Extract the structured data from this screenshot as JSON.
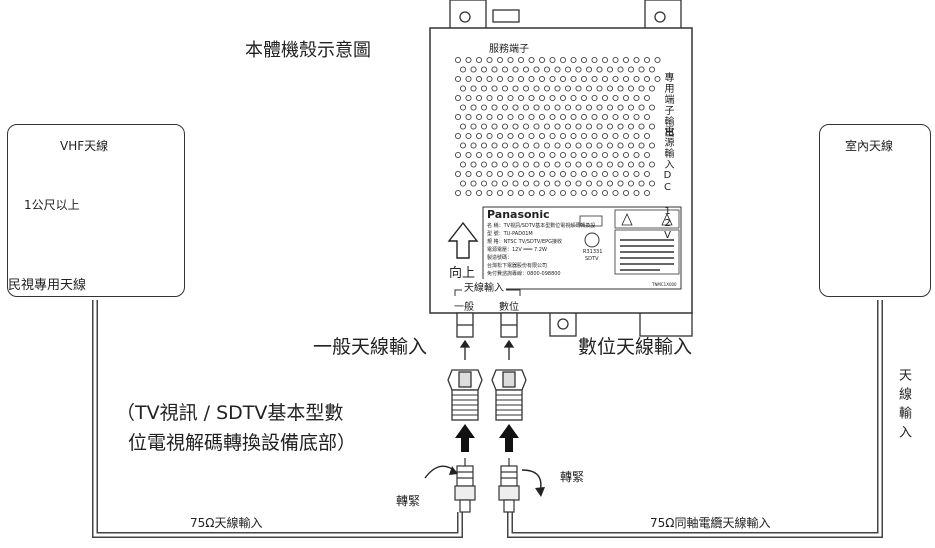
{
  "device_title": "本體機殼示意圖",
  "service_port": "服務端子",
  "output_port": "專用端子輸出",
  "power_input": "電源輸入DC 12V",
  "panasonic_logo": "Panasonic",
  "label_lines": [
    "名 稱：TV視訊/SDTV基本型數位電視解碼轉換設備",
    "型 號：TU-PAD01M",
    "規 格：NTSC TV/SDTV/EPG接收",
    "電源電壓：12V ═══ 7.2W",
    "製造號碼：",
    "台灣松下電器股份有限公司",
    "免付費諮詢專線：0800-098800"
  ],
  "label_code": "TNMC1X000",
  "label_mark_number": "R31331",
  "label_mark_text": "SDTV",
  "up_label": "向上",
  "antenna_input_group": "天線輸入",
  "port_general": "一般",
  "port_digital": "數位",
  "general_antenna_input": "一般天線輸入",
  "digital_antenna_input": "數位天線輸入",
  "bottom_caption_line1": "（TV視訊 / SDTV基本型數",
  "bottom_caption_line2": "位電視解碼轉換設備底部）",
  "vhf_box_title": "VHF天線",
  "height_note": "1公尺以上",
  "outdoor_antenna_label": "民視專用天線",
  "indoor_box_title": "室內天線",
  "antenna_input_vertical": "天線輸入",
  "tighten_left": "轉緊",
  "tighten_right": "轉緊",
  "cable_left_label": "75Ω天線輸入",
  "cable_right_label": "75Ω同軸電纜天線輸入"
}
